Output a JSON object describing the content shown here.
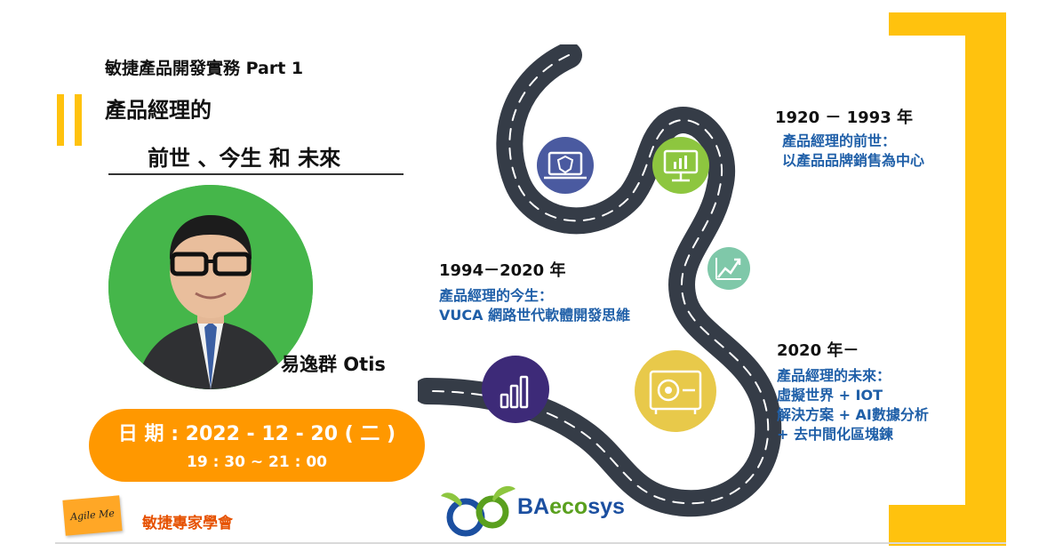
{
  "header": {
    "series_title": "敏捷產品開發實務 Part 1",
    "title_line1": "產品經理的",
    "title_line2": "前世 、今生 和 未來"
  },
  "speaker": {
    "name": "易逸群  Otis"
  },
  "event": {
    "date": "日 期 : 2022 - 12 - 20 ( 二 )",
    "time": "19 : 30 ~ 21 : 00"
  },
  "organizer": {
    "sticky_note": "Agile Me",
    "name": "敏捷專家學會"
  },
  "timeline": {
    "era1": {
      "years": "1920 － 1993 年",
      "lines": [
        "產品經理的前世：",
        "以產品品牌銷售為中心"
      ]
    },
    "era2": {
      "years": "1994－2020 年",
      "lines": [
        "產品經理的今生：",
        "VUCA 網路世代軟體開發思維"
      ]
    },
    "era3": {
      "years": "2020 年－",
      "lines": [
        "產品經理的未來：",
        "虛擬世界 + IOT",
        "解決方案 + AI數據分析",
        "+ 去中間化區塊鍊"
      ]
    }
  },
  "brand": {
    "prefix": "BA",
    "accent": "eco",
    "suffix": "sys"
  },
  "colors": {
    "accent_yellow": "#FFC20E",
    "date_orange": "#FF9800",
    "org_orange": "#E65100",
    "era_blue": "#1f5fa8",
    "road_dark": "#353c47",
    "icon_navy": "#4a5aa0",
    "icon_green": "#8dc63f",
    "icon_teal": "#7fc8a9",
    "icon_purple": "#3d2a78",
    "icon_gold": "#e8c94a"
  },
  "icons": [
    "laptop-shield-icon",
    "monitor-chart-icon",
    "trend-chart-icon",
    "bar-chart-icon",
    "safe-icon"
  ]
}
